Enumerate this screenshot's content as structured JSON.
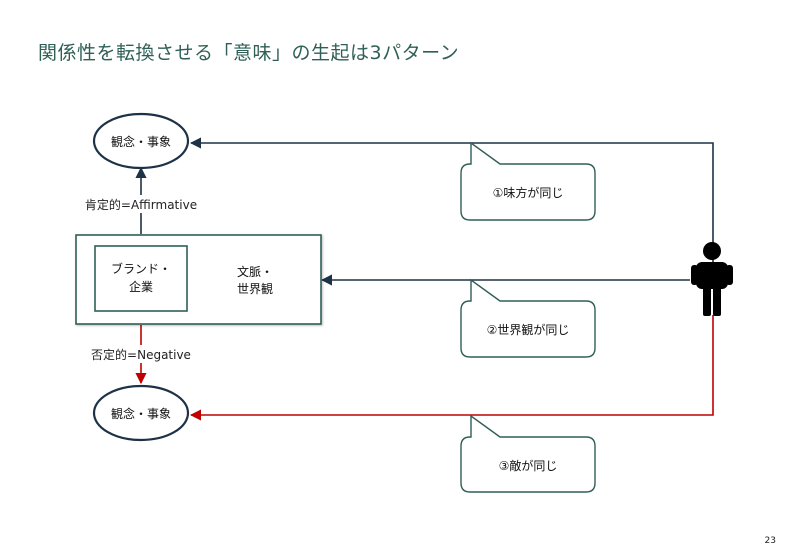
{
  "title": "関係性を転換させる「意味」の生起は3パターン",
  "nodes": {
    "top_concept": "観念・事象",
    "bottom_concept": "観念・事象",
    "brand_line1": "ブランド・",
    "brand_line2": "企業",
    "context_line1": "文脈・",
    "context_line2": "世界観"
  },
  "labels": {
    "affirmative": "肯定的=Affirmative",
    "negative": "否定的=Negative"
  },
  "callouts": {
    "c1": "①味方が同じ",
    "c2": "②世界観が同じ",
    "c3": "③敵が同じ"
  },
  "person_icon": "person-icon",
  "colors": {
    "dark": "#1e3247",
    "green_border": "#2f5f56",
    "red": "#c00000"
  },
  "page_number": "23"
}
